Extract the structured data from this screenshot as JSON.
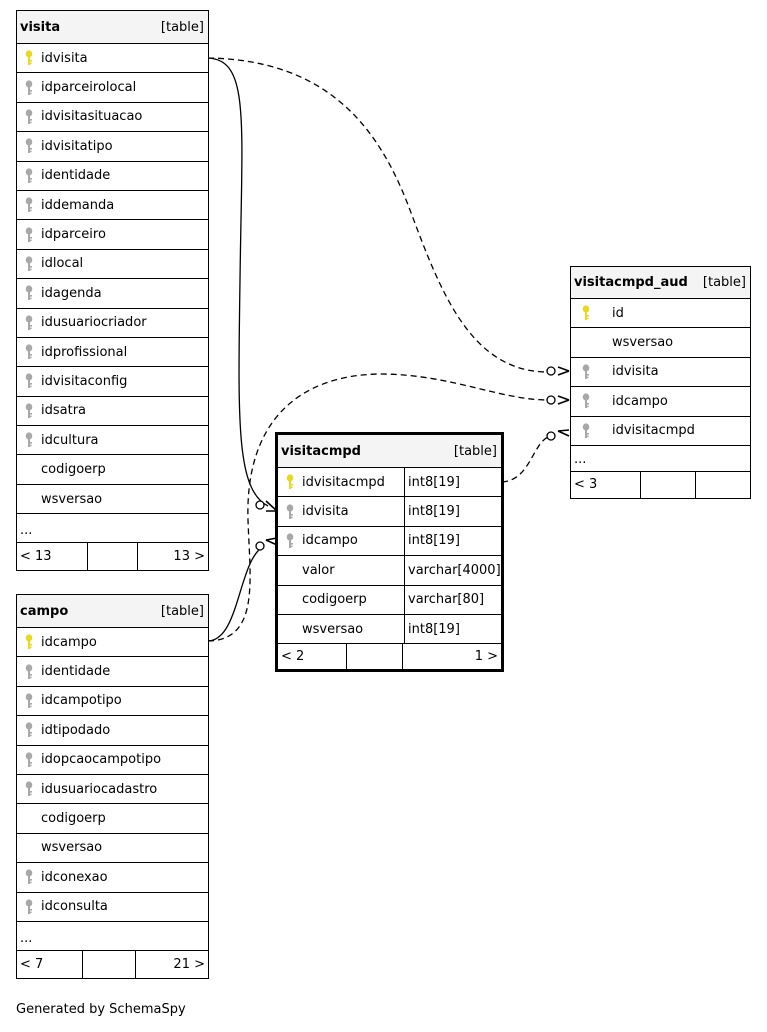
{
  "tables": {
    "visita": {
      "name": "visita",
      "kind": "[table]",
      "columns": [
        {
          "name": "idvisita",
          "key": "primary"
        },
        {
          "name": "idparceirolocal",
          "key": "foreign"
        },
        {
          "name": "idvisitasituacao",
          "key": "foreign"
        },
        {
          "name": "idvisitatipo",
          "key": "foreign"
        },
        {
          "name": "identidade",
          "key": "foreign"
        },
        {
          "name": "iddemanda",
          "key": "foreign"
        },
        {
          "name": "idparceiro",
          "key": "foreign"
        },
        {
          "name": "idlocal",
          "key": "foreign"
        },
        {
          "name": "idagenda",
          "key": "foreign"
        },
        {
          "name": "idusuariocriador",
          "key": "foreign"
        },
        {
          "name": "idprofissional",
          "key": "foreign"
        },
        {
          "name": "idvisitaconfig",
          "key": "foreign"
        },
        {
          "name": "idsatra",
          "key": "foreign"
        },
        {
          "name": "idcultura",
          "key": "foreign"
        },
        {
          "name": "codigoerp",
          "key": "none"
        },
        {
          "name": "wsversao",
          "key": "none"
        }
      ],
      "ellipsis": "...",
      "footer": {
        "parents": "< 13",
        "middle": "",
        "children": "13 >"
      }
    },
    "campo": {
      "name": "campo",
      "kind": "[table]",
      "columns": [
        {
          "name": "idcampo",
          "key": "primary"
        },
        {
          "name": "identidade",
          "key": "foreign"
        },
        {
          "name": "idcampotipo",
          "key": "foreign"
        },
        {
          "name": "idtipodado",
          "key": "foreign"
        },
        {
          "name": "idopcaocampotipo",
          "key": "foreign"
        },
        {
          "name": "idusuariocadastro",
          "key": "foreign"
        },
        {
          "name": "codigoerp",
          "key": "none"
        },
        {
          "name": "wsversao",
          "key": "none"
        },
        {
          "name": "idconexao",
          "key": "foreign"
        },
        {
          "name": "idconsulta",
          "key": "foreign"
        }
      ],
      "ellipsis": "...",
      "footer": {
        "parents": "< 7",
        "middle": "",
        "children": "21 >"
      }
    },
    "visitacmpd": {
      "name": "visitacmpd",
      "kind": "[table]",
      "columns": [
        {
          "name": "idvisitacmpd",
          "type": "int8[19]",
          "key": "primary"
        },
        {
          "name": "idvisita",
          "type": "int8[19]",
          "key": "foreign"
        },
        {
          "name": "idcampo",
          "type": "int8[19]",
          "key": "foreign"
        },
        {
          "name": "valor",
          "type": "varchar[4000]",
          "key": "none"
        },
        {
          "name": "codigoerp",
          "type": "varchar[80]",
          "key": "none"
        },
        {
          "name": "wsversao",
          "type": "int8[19]",
          "key": "none"
        }
      ],
      "footer": {
        "parents": "< 2",
        "middle": "",
        "children": "1 >"
      }
    },
    "visitacmpd_aud": {
      "name": "visitacmpd_aud",
      "kind": "[table]",
      "columns": [
        {
          "name": "id",
          "key": "primary"
        },
        {
          "name": "wsversao",
          "key": "none"
        },
        {
          "name": "idvisita",
          "key": "foreign"
        },
        {
          "name": "idcampo",
          "key": "foreign"
        },
        {
          "name": "idvisitacmpd",
          "key": "foreign"
        }
      ],
      "ellipsis": "...",
      "footer": {
        "parents": "< 3",
        "middle": "",
        "children": ""
      }
    }
  },
  "colors": {
    "primary_key": "#e8d820",
    "foreign_key": "#a8a8a8",
    "header_bg": "#f4f4f4"
  },
  "footer_text": "Generated by SchemaSpy"
}
